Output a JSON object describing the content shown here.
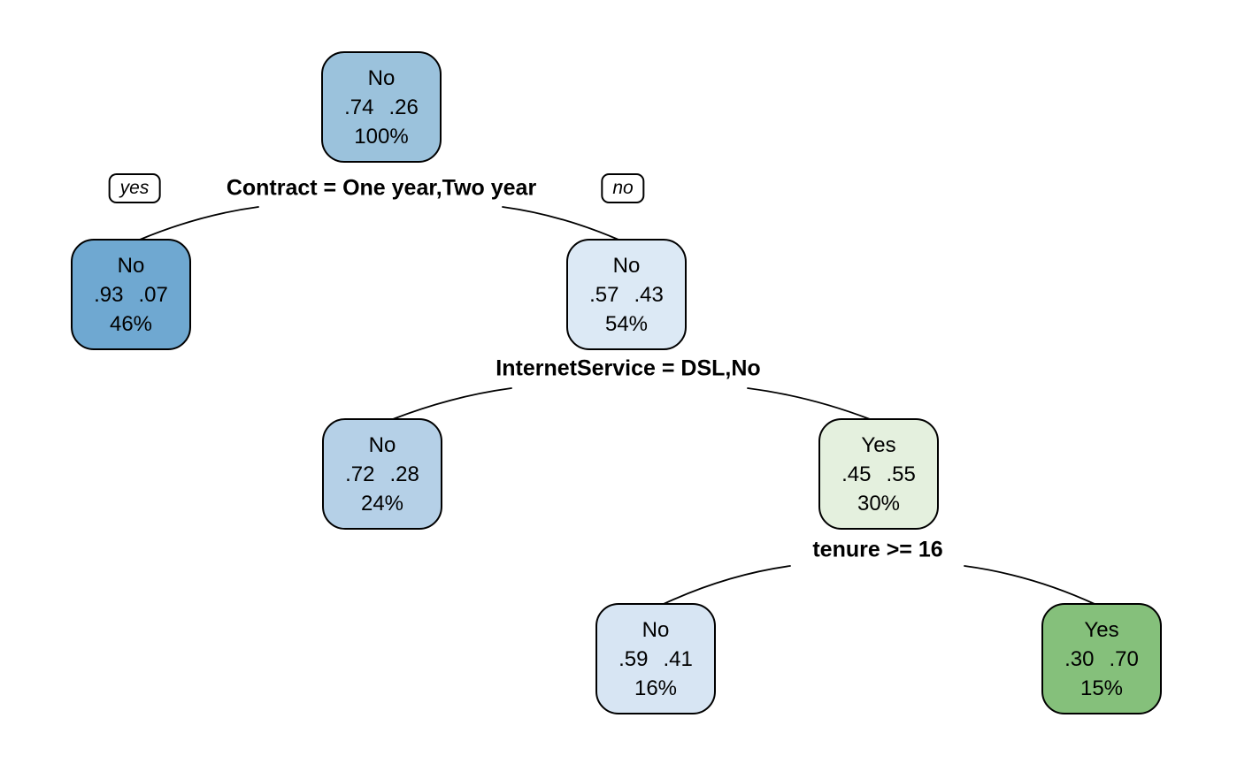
{
  "figure": {
    "type": "decision-tree",
    "background": "#ffffff",
    "edge_labels": {
      "yes": "yes",
      "no": "no"
    },
    "splits": [
      {
        "condition": "Contract = One year,Two year"
      },
      {
        "condition": "InternetService = DSL,No"
      },
      {
        "condition": "tenure >= 16"
      }
    ],
    "nodes": [
      {
        "class_label": "No",
        "prob_no": ".74",
        "prob_yes": ".26",
        "coverage": "100%",
        "fill": "#9bc2dc"
      },
      {
        "class_label": "No",
        "prob_no": ".93",
        "prob_yes": ".07",
        "coverage": "46%",
        "fill": "#6fa8d1"
      },
      {
        "class_label": "No",
        "prob_no": ".57",
        "prob_yes": ".43",
        "coverage": "54%",
        "fill": "#dce9f5"
      },
      {
        "class_label": "No",
        "prob_no": ".72",
        "prob_yes": ".28",
        "coverage": "24%",
        "fill": "#b5d0e7"
      },
      {
        "class_label": "Yes",
        "prob_no": ".45",
        "prob_yes": ".55",
        "coverage": "30%",
        "fill": "#e4f0de"
      },
      {
        "class_label": "No",
        "prob_no": ".59",
        "prob_yes": ".41",
        "coverage": "16%",
        "fill": "#d7e5f3"
      },
      {
        "class_label": "Yes",
        "prob_no": ".30",
        "prob_yes": ".70",
        "coverage": "15%",
        "fill": "#85c07b"
      }
    ]
  }
}
